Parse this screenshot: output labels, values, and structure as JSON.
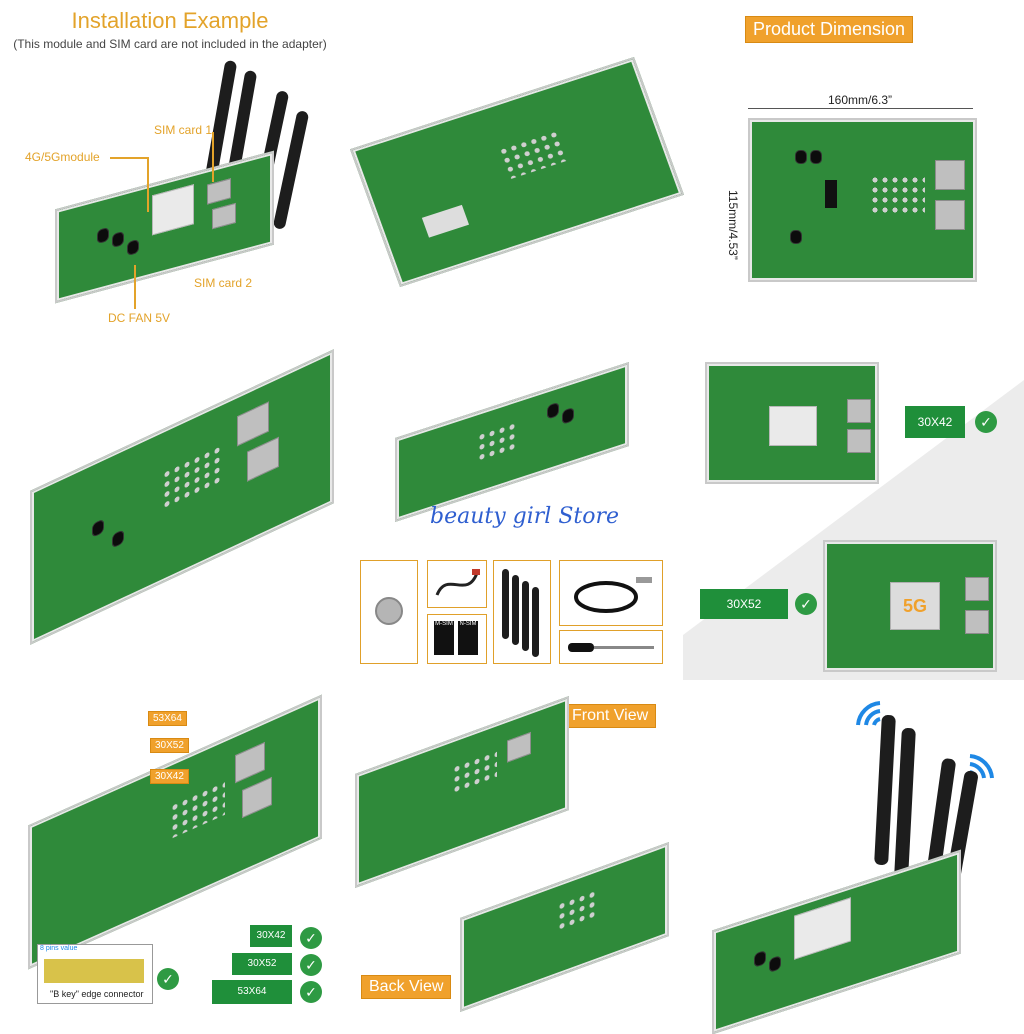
{
  "installation": {
    "title": "Installation Example",
    "subtitle": "(This module and SIM card are not included in the adapter)",
    "callouts": {
      "sim1": "SIM card 1",
      "module": "4G/5Gmodule",
      "sim2": "SIM card 2",
      "fan": "DC FAN 5V"
    }
  },
  "dimension": {
    "tag": "Product Dimension",
    "width": "160mm/6.3”",
    "height": "115mm/4.53”"
  },
  "size_badges": {
    "a": "30X42",
    "b": "30X52"
  },
  "watermark": "beauty girl Store",
  "bottom_left": {
    "labels": [
      "53X64",
      "30X52",
      "30X42"
    ],
    "badges": [
      "30X42",
      "30X52",
      "53X64"
    ],
    "edge_label": "\"B key\" edge connector",
    "pin_label": "8 pins value"
  },
  "views": {
    "front": "Front View",
    "back": "Back View"
  },
  "sim_cards": {
    "a": "M-SIM",
    "b": "N-SIM"
  },
  "colors": {
    "orange": "#f0a12c",
    "pcb_green": "#2f8a3a",
    "check_green": "#2e9a43",
    "wifi_blue": "#1e88e5",
    "watermark_blue": "#2f5fd0"
  }
}
